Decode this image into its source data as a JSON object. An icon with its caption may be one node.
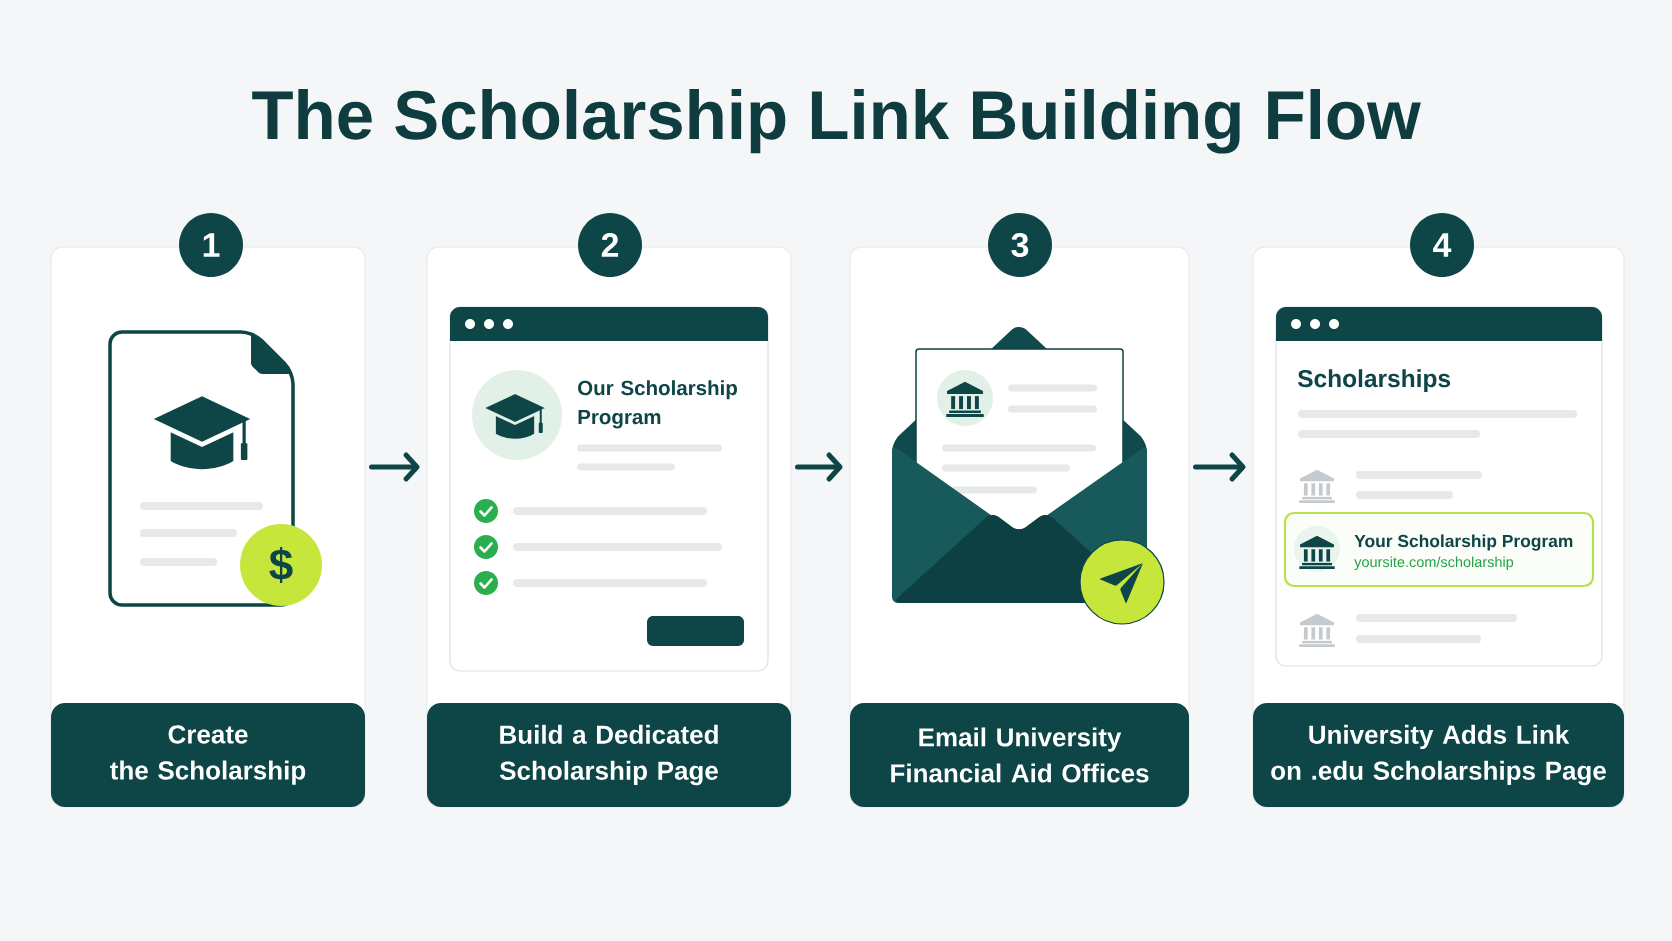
{
  "diagram": {
    "title": "The Scholarship Link Building Flow",
    "nodes": [
      {
        "text": [
          "1"
        ]
      },
      {
        "text": [],
        "shape": "box"
      },
      {
        "text": [
          "$"
        ],
        "in": 1
      },
      {
        "text": [
          "Create the Scholarship"
        ],
        "in": 1
      },
      {
        "text": [
          "2"
        ]
      },
      {
        "text": [],
        "shape": "box"
      },
      {
        "text": [
          "Our Scholarship Program"
        ],
        "in": 5
      },
      {
        "text": [
          "Build a Dedicated Scholarship Page"
        ],
        "in": 5
      },
      {
        "text": [
          "3"
        ]
      },
      {
        "text": [],
        "shape": "box"
      },
      {
        "text": [
          "Email University Financial Aid Offices"
        ],
        "in": 9
      },
      {
        "text": [
          "4"
        ]
      },
      {
        "text": [],
        "shape": "box"
      },
      {
        "text": [
          "Scholarships"
        ],
        "in": 12
      },
      {
        "text": [
          "Your Scholarship Program",
          "yoursite.com/scholarship"
        ],
        "in": 13
      },
      {
        "text": [
          "University Adds Link on .edu Scholarships Page"
        ],
        "in": 12
      }
    ],
    "edges": [
      {
        "from": 1,
        "to": 5,
        "arrow": "to"
      },
      {
        "from": 5,
        "to": 9,
        "arrow": "to"
      },
      {
        "from": 9,
        "to": 12,
        "arrow": "to"
      }
    ]
  }
}
